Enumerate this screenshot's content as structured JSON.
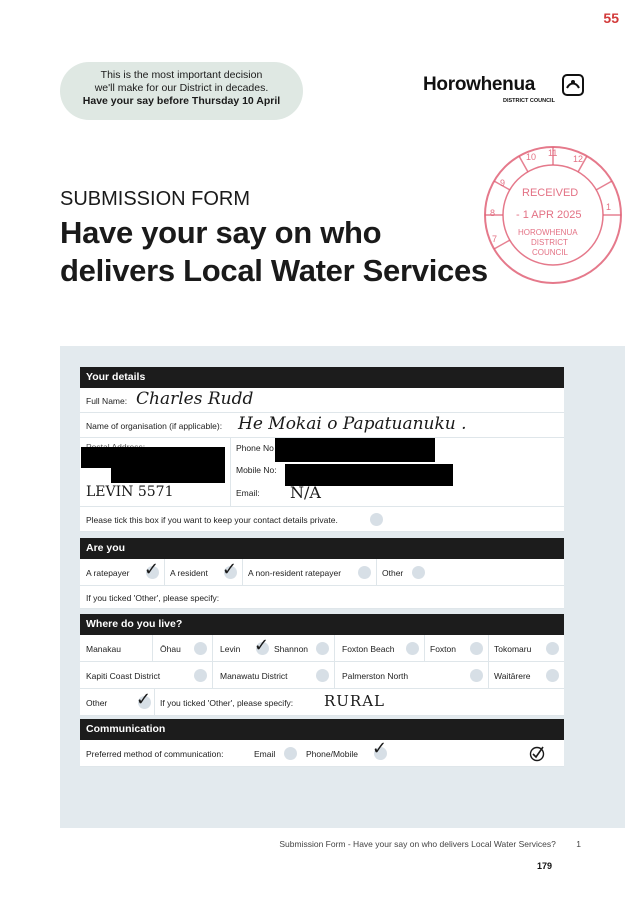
{
  "page_number": "55",
  "banner": {
    "line1": "This is the most important decision",
    "line2": "we'll make for our District in decades.",
    "line3": "Have your say before Thursday 10 April"
  },
  "logo": {
    "name": "Horowhenua",
    "sub": "DISTRICT COUNCIL"
  },
  "stamp": {
    "received": "RECEIVED",
    "date": "- 1 APR 2025",
    "org1": "HOROWHENUA",
    "org2": "DISTRICT",
    "org3": "COUNCIL",
    "clock_numbers": [
      "10",
      "11",
      "12",
      "1",
      "9",
      "8",
      "7"
    ]
  },
  "form_kicker": "SUBMISSION FORM",
  "title_line1": "Have your say on who",
  "title_line2": "delivers Local Water Services",
  "your_details": {
    "heading": "Your details",
    "full_name_label": "Full Name:",
    "full_name_value": "Charles Rudd",
    "org_label": "Name of organisation (if applicable):",
    "org_value": "He Mokai o Papatuanuku .",
    "postal_label": "Postal Address:",
    "postal_value": "LEVIN 5571",
    "phone_label": "Phone No",
    "mobile_label": "Mobile No:",
    "email_label": "Email:",
    "email_value": "N/A",
    "private_label": "Please tick this box if you want to keep your contact details private."
  },
  "are_you": {
    "heading": "Are you",
    "options": [
      "A ratepayer",
      "A resident",
      "A non-resident ratepayer",
      "Other"
    ],
    "specify_label": "If you ticked 'Other', please specify:"
  },
  "where": {
    "heading": "Where do you live?",
    "row1": [
      "Manakau",
      "Ōhau",
      "Levin",
      "Shannon",
      "Foxton Beach",
      "Foxton",
      "Tokomaru"
    ],
    "row2": [
      "Kapiti Coast District",
      "Manawatu District",
      "Palmerston North",
      "Waitārere"
    ],
    "other_label": "Other",
    "specify_label": "If you ticked 'Other', please specify:",
    "specify_value": "RURAL"
  },
  "communication": {
    "heading": "Communication",
    "preferred_label": "Preferred method of communication:",
    "email_label": "Email",
    "phone_label": "Phone/Mobile"
  },
  "footer": {
    "text": "Submission Form - Have your say on who delivers Local Water Services?",
    "page": "1",
    "number": "179"
  }
}
